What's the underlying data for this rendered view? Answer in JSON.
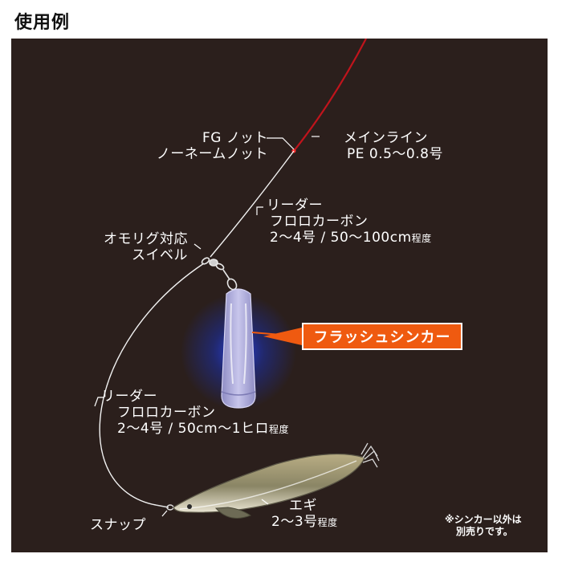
{
  "title": "使用例",
  "labels": {
    "knot_line1": "FG ノット",
    "knot_line2": "ノーネームノット",
    "mainline_line1": "メインライン",
    "mainline_line2": "PE 0.5～0.8号",
    "leader1_line1": "リーダー",
    "leader1_line2": "フロロカーボン",
    "leader1_line3": "2～4号 / 50～100cm",
    "leader1_suffix": "程度",
    "swivel_line1": "オモリグ対応",
    "swivel_line2": "スイベル",
    "sinker_badge": "フラッシュシンカー",
    "leader2_line1": "リーダー",
    "leader2_line2": "フロロカーボン",
    "leader2_line3": "2～4号 / 50cm～1ヒロ",
    "leader2_suffix": "程度",
    "egi_line1": "エギ",
    "egi_line2": "2～3号",
    "egi_suffix": "程度",
    "snap": "スナップ",
    "note_line1": "※シンカー以外は",
    "note_line2": "別売りです。"
  },
  "colors": {
    "background": "#2b1f1c",
    "main_line": "#c0141c",
    "leader_line": "#f2f2f2",
    "badge": "#ef5a10",
    "sinker_glow": "#1a2fa8",
    "sinker_body": "#a9a7d6"
  }
}
